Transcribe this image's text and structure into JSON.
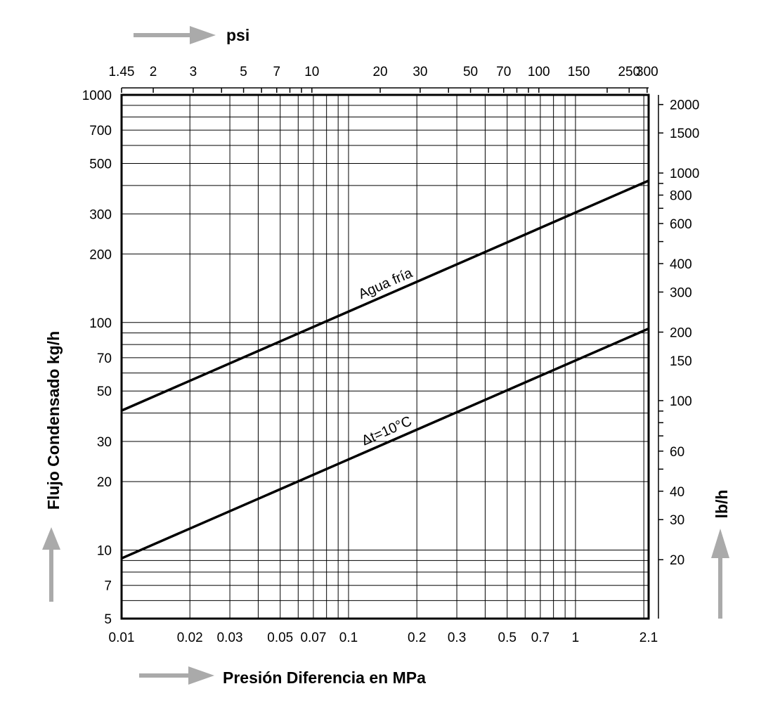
{
  "chart_data": {
    "type": "line",
    "xscale": "log",
    "yscale": "log",
    "grid": true,
    "xlabel": "Presión Diferencia en MPa",
    "ylabel": "Flujo Condensado kg/h",
    "x2label": "psi",
    "y2label": "lb/h",
    "xlim": [
      0.01,
      2.1
    ],
    "ylim": [
      5,
      1000
    ],
    "xticks": [
      {
        "value": 0.01,
        "label": "0.01"
      },
      {
        "value": 0.02,
        "label": "0.02"
      },
      {
        "value": 0.03,
        "label": "0.03"
      },
      {
        "value": 0.05,
        "label": "0.05"
      },
      {
        "value": 0.07,
        "label": "0.07"
      },
      {
        "value": 0.1,
        "label": "0.1"
      },
      {
        "value": 0.2,
        "label": "0.2"
      },
      {
        "value": 0.3,
        "label": "0.3"
      },
      {
        "value": 0.5,
        "label": "0.5"
      },
      {
        "value": 0.7,
        "label": "0.7"
      },
      {
        "value": 1,
        "label": "1"
      },
      {
        "value": 2.1,
        "label": "2.1"
      }
    ],
    "yticks": [
      {
        "value": 5,
        "label": "5"
      },
      {
        "value": 7,
        "label": "7"
      },
      {
        "value": 10,
        "label": "10"
      },
      {
        "value": 20,
        "label": "20"
      },
      {
        "value": 30,
        "label": "30"
      },
      {
        "value": 50,
        "label": "50"
      },
      {
        "value": 70,
        "label": "70"
      },
      {
        "value": 100,
        "label": "100"
      },
      {
        "value": 200,
        "label": "200"
      },
      {
        "value": 300,
        "label": "300"
      },
      {
        "value": 500,
        "label": "500"
      },
      {
        "value": 700,
        "label": "700"
      },
      {
        "value": 1000,
        "label": "1000"
      }
    ],
    "x2ticks": [
      {
        "value": 1.45,
        "label": "1.45"
      },
      {
        "value": 2,
        "label": "2"
      },
      {
        "value": 3,
        "label": "3"
      },
      {
        "value": 5,
        "label": "5"
      },
      {
        "value": 7,
        "label": "7"
      },
      {
        "value": 10,
        "label": "10"
      },
      {
        "value": 20,
        "label": "20"
      },
      {
        "value": 30,
        "label": "30"
      },
      {
        "value": 50,
        "label": "50"
      },
      {
        "value": 70,
        "label": "70"
      },
      {
        "value": 100,
        "label": "100"
      },
      {
        "value": 150,
        "label": "150"
      },
      {
        "value": 250,
        "label": "250"
      },
      {
        "value": 300,
        "label": "300"
      }
    ],
    "y2ticks": [
      {
        "value": 20,
        "label": "20"
      },
      {
        "value": 30,
        "label": "30"
      },
      {
        "value": 40,
        "label": "40"
      },
      {
        "value": 60,
        "label": "60"
      },
      {
        "value": 100,
        "label": "100"
      },
      {
        "value": 150,
        "label": "150"
      },
      {
        "value": 200,
        "label": "200"
      },
      {
        "value": 300,
        "label": "300"
      },
      {
        "value": 400,
        "label": "400"
      },
      {
        "value": 600,
        "label": "600"
      },
      {
        "value": 800,
        "label": "800"
      },
      {
        "value": 1000,
        "label": "1000"
      },
      {
        "value": 1500,
        "label": "1500"
      },
      {
        "value": 2000,
        "label": "2000"
      }
    ],
    "series": [
      {
        "name": "Agua fría",
        "x": [
          0.01,
          2.1
        ],
        "y": [
          41,
          420
        ]
      },
      {
        "name": "Δt=10°C",
        "x": [
          0.01,
          2.1
        ],
        "y": [
          9.2,
          94
        ]
      }
    ],
    "colors": {
      "lines": "#000000",
      "arrows": "#aaaaaa"
    }
  }
}
